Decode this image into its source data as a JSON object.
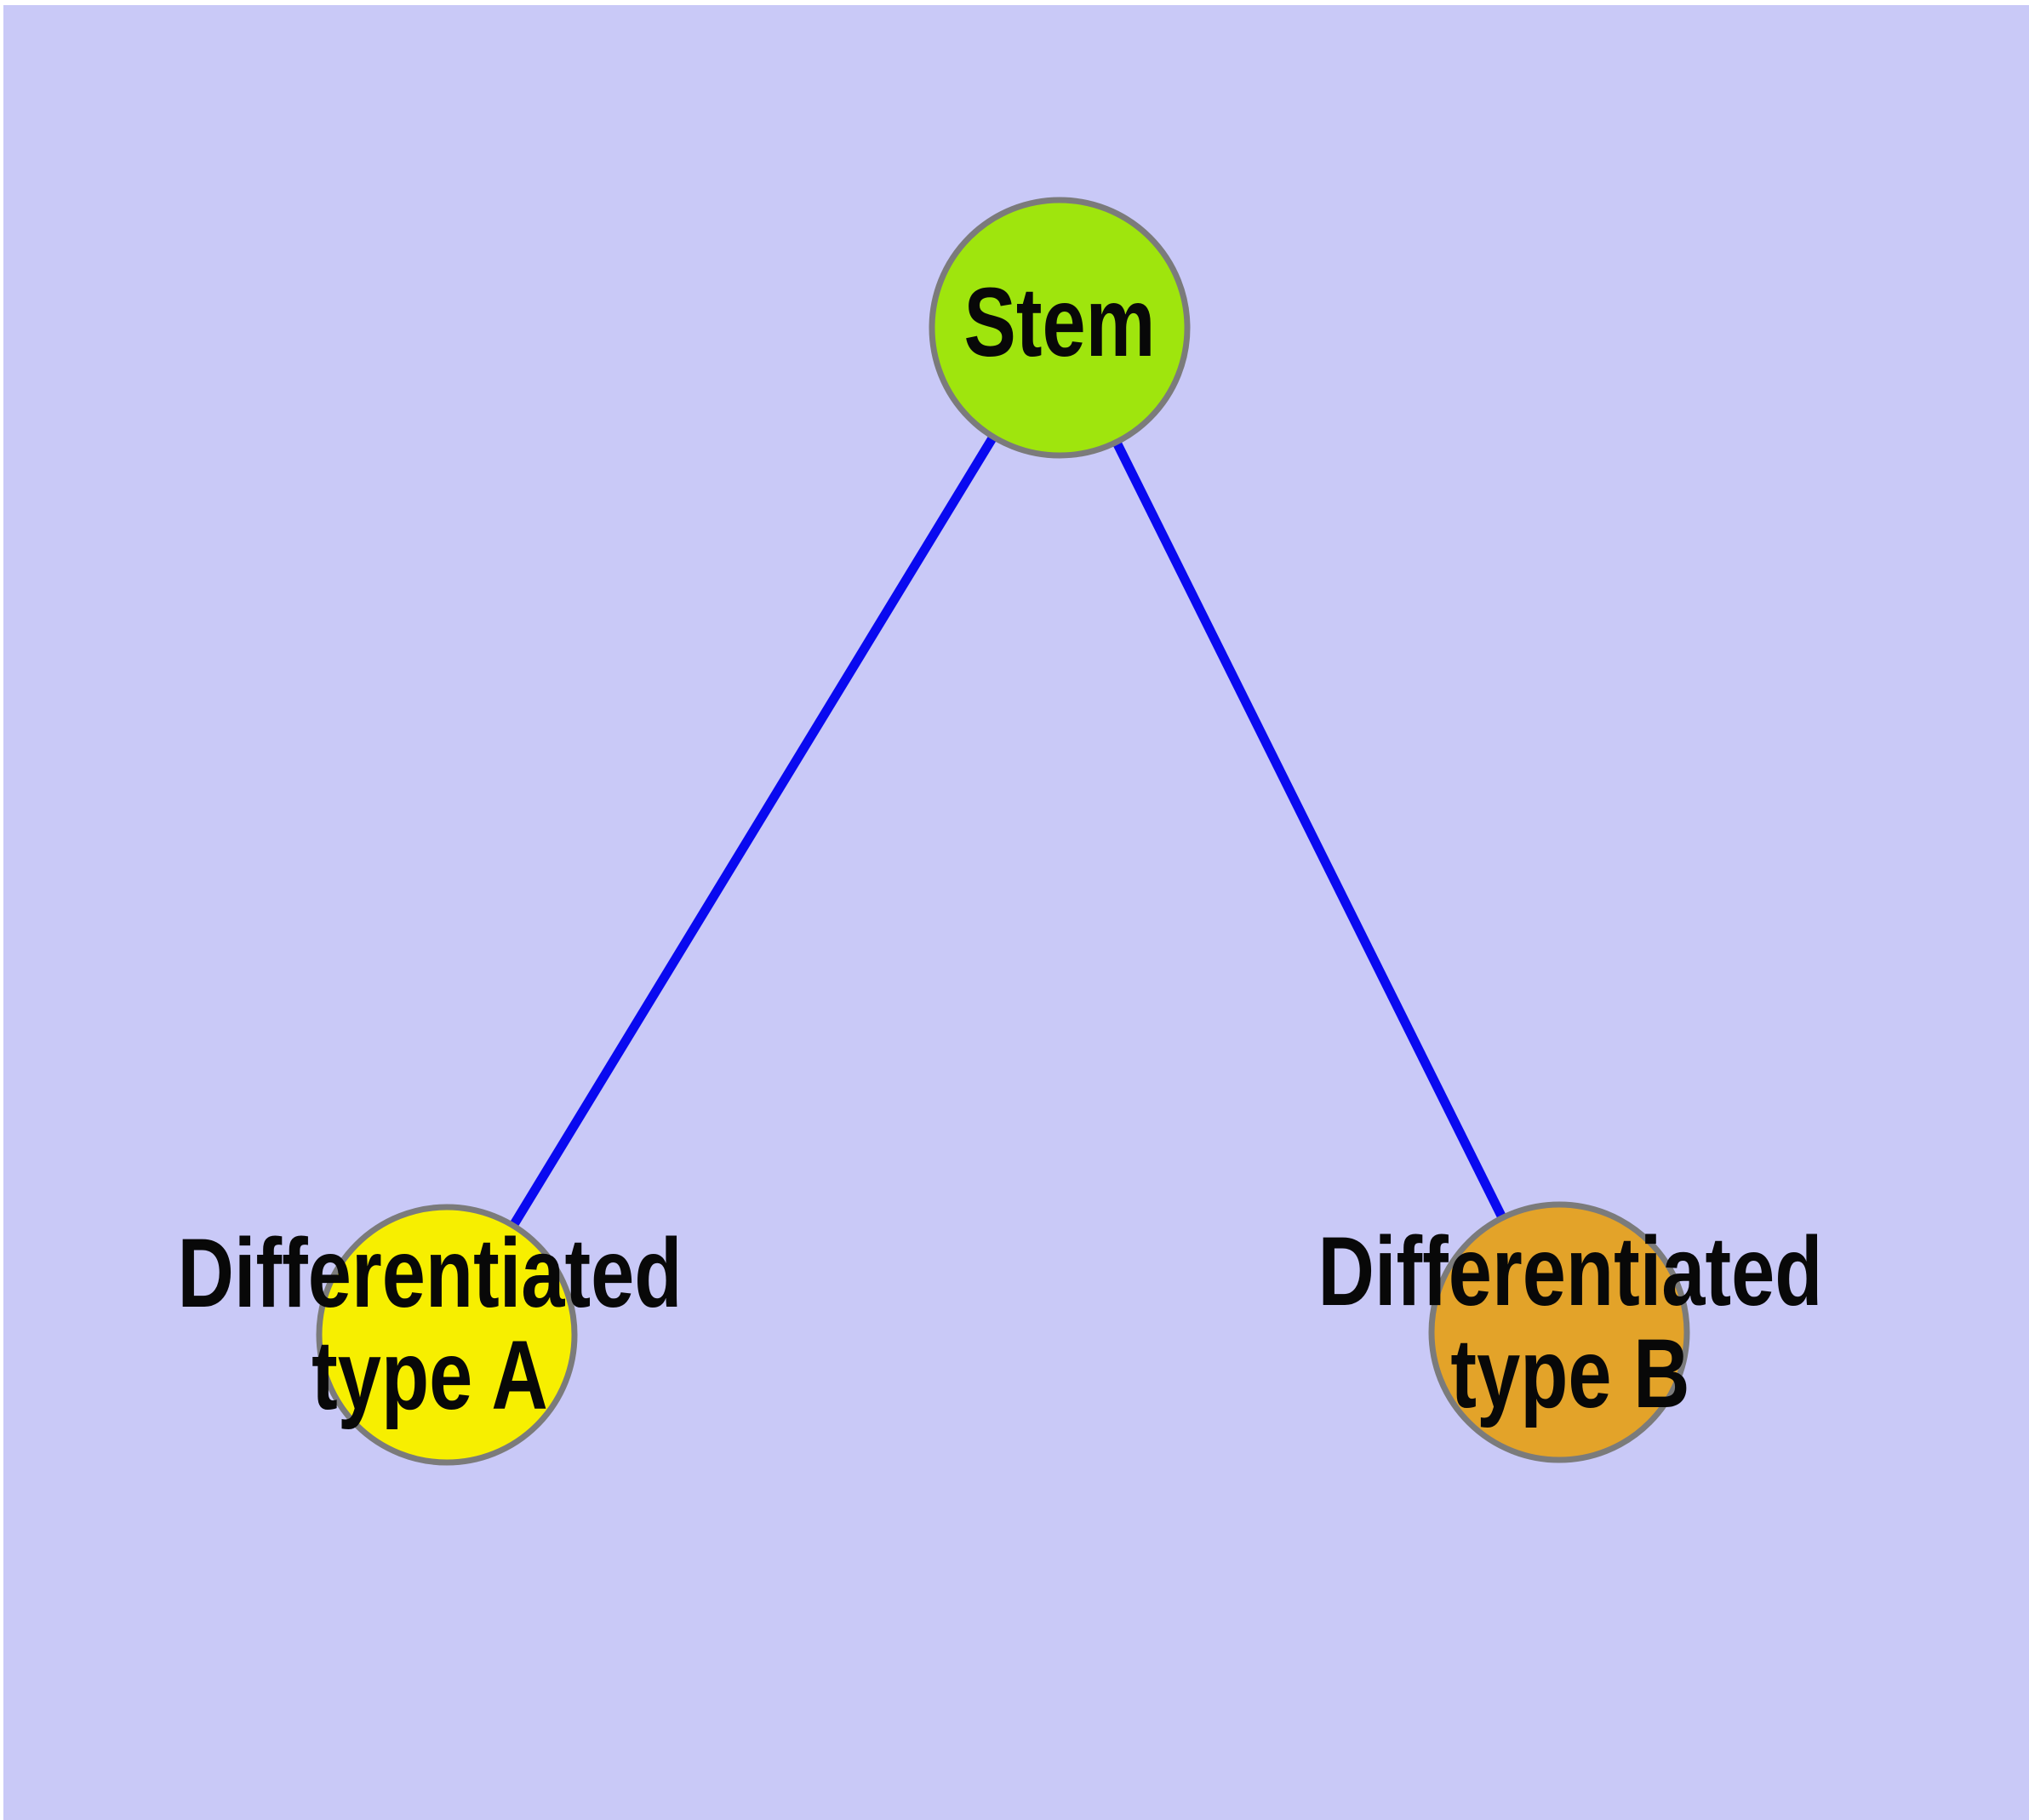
{
  "colors": {
    "page_border": "#ffffff",
    "background": "#c9c9f7",
    "edge": "#0909f0",
    "node_border": "#7b7b7b",
    "label_text": "#080808"
  },
  "nodes": [
    {
      "id": "stem",
      "label": "Stem",
      "label_line1": "Stem",
      "label_line2": "",
      "color": "#9fe50d"
    },
    {
      "id": "differentiated-type-a",
      "label": "Differentiated type A",
      "label_line1": "Differentiated",
      "label_line2": "type A",
      "color": "#f7ef00"
    },
    {
      "id": "differentiated-type-b",
      "label": "Differentiated type B",
      "label_line1": "Differentiated",
      "label_line2": "type B",
      "color": "#e3a329"
    }
  ],
  "edges": [
    {
      "from": "stem",
      "to": "differentiated-type-a"
    },
    {
      "from": "stem",
      "to": "differentiated-type-b"
    }
  ]
}
